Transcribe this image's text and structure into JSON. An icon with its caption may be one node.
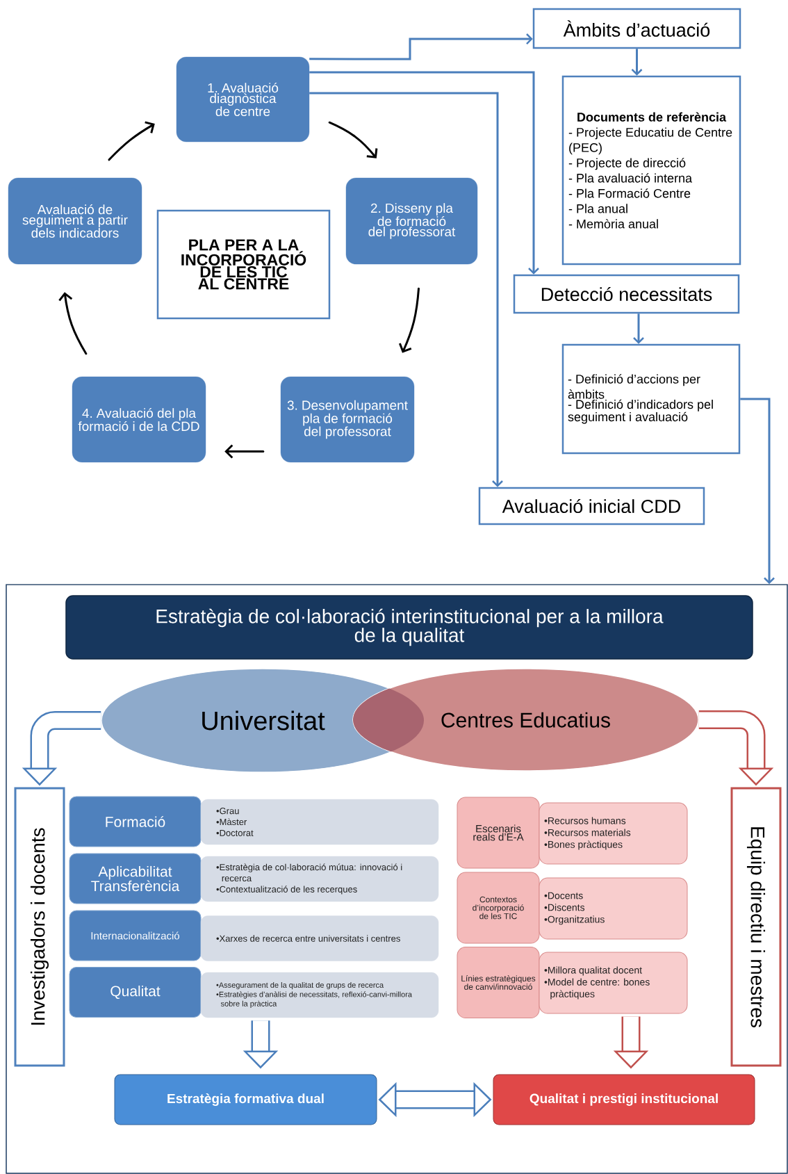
{
  "diagram": {
    "nodes": [
      {
        "text": [
          "1. Avaluació diagnòstica de centre"
        ]
      },
      {
        "text": [
          "2. Disseny pla de formació del professorat"
        ]
      },
      {
        "text": [
          "3. Desenvolupament pla de formació del professorat"
        ]
      },
      {
        "text": [
          "4. Avaluació del pla formació i de la CDD"
        ]
      },
      {
        "text": [
          "Avaluació de seguiment a partir dels indicadors"
        ]
      },
      {
        "text": [
          "PLA PER A LA INCORPORACIÓ DE LES TIC AL CENTRE"
        ]
      },
      {
        "text": [
          "Àmbits d’actuació"
        ]
      },
      {
        "text": [
          "Documents de referència",
          "- Projecte Educatiu de Centre (PEC)",
          "- Projecte de direcció",
          "- Pla avaluació interna",
          "- Pla Formació Centre",
          "- Pla anual",
          "- Memòria anual"
        ]
      },
      {
        "text": [
          "Detecció necessitats"
        ]
      },
      {
        "text": [
          "- Definició d’accions per àmbits",
          "- Definició d’indicadors pel seguiment i avaluació"
        ]
      },
      {
        "text": [
          "Avaluació inicial CDD"
        ]
      },
      {
        "text": [],
        "shape": "box"
      },
      {
        "text": [
          "Estratègia de col·laboració interinstitucional per a la millora de la qualitat"
        ],
        "in": 11
      },
      {
        "text": [
          "Universitat"
        ],
        "in": 11
      },
      {
        "text": [
          "Centres Educatius"
        ],
        "in": 11
      },
      {
        "text": [
          "Investigadors i docents"
        ],
        "in": 11
      },
      {
        "text": [
          "Equip directiu i mestres"
        ],
        "in": 11
      },
      {
        "text": [
          "Formació"
        ],
        "in": 11
      },
      {
        "text": [
          "•Grau",
          "•Màster",
          "•Doctorat"
        ],
        "in": 11
      },
      {
        "text": [
          "Aplicabilitat Transferència"
        ],
        "in": 11
      },
      {
        "text": [
          "•Estratègia de col·laboració mútua: innovació i recerca",
          "•Contextualització de les recerques"
        ],
        "in": 11
      },
      {
        "text": [
          "Internacionalització"
        ],
        "in": 11
      },
      {
        "text": [
          "•Xarxes de recerca entre universitats i centres"
        ],
        "in": 11
      },
      {
        "text": [
          "Qualitat"
        ],
        "in": 11
      },
      {
        "text": [
          "•Assegurament de la qualitat de grups de recerca",
          "•Estratègies d’anàlisi de necessitats, reflexió-canvi-millora sobre la pràctica"
        ],
        "in": 11
      },
      {
        "text": [
          "Escenaris reals d’E-A"
        ],
        "in": 11
      },
      {
        "text": [
          "•Recursos humans",
          "•Recursos materials",
          "•Bones pràctiques"
        ],
        "in": 11
      },
      {
        "text": [
          "Contextos d’incorporació de les TIC"
        ],
        "in": 11
      },
      {
        "text": [
          "•Docents",
          "•Discents",
          "•Organitzatius"
        ],
        "in": 11
      },
      {
        "text": [
          "Línies estratègiques de canvi/innovació"
        ],
        "in": 11
      },
      {
        "text": [
          "•Millora qualitat docent",
          "•Model de centre: bones pràctiques"
        ],
        "in": 11
      },
      {
        "text": [
          "Estratègia formativa dual"
        ],
        "in": 11
      },
      {
        "text": [
          "Qualitat i prestigi institucional"
        ],
        "in": 11
      }
    ],
    "edges": [
      {
        "from": 0,
        "to": 1,
        "arrow": "to",
        "color": "#000000"
      },
      {
        "from": 1,
        "to": 2,
        "arrow": "to",
        "color": "#000000"
      },
      {
        "from": 2,
        "to": 3,
        "arrow": "to",
        "color": "#000000"
      },
      {
        "from": 3,
        "to": 4,
        "arrow": "to",
        "color": "#000000"
      },
      {
        "from": 4,
        "to": 0,
        "arrow": "to",
        "color": "#000000"
      },
      {
        "from": 0,
        "to": 6,
        "arrow": "to"
      },
      {
        "from": 6,
        "to": 7,
        "arrow": "to"
      },
      {
        "from": 0,
        "to": 8,
        "arrow": "to"
      },
      {
        "from": 0,
        "to": 10,
        "arrow": "to"
      },
      {
        "from": 8,
        "to": 9,
        "arrow": "to"
      },
      {
        "from": 9,
        "to": 11,
        "arrow": "to"
      },
      {
        "from": 13,
        "to": 15,
        "arrow": "to",
        "style": "thick"
      },
      {
        "from": 14,
        "to": 16,
        "arrow": "to",
        "style": "thick",
        "color": "#c0504d"
      },
      {
        "from": 24,
        "to": 31,
        "arrow": "to",
        "style": "thick"
      },
      {
        "from": 30,
        "to": 32,
        "arrow": "to",
        "style": "thick",
        "color": "#c0504d"
      },
      {
        "from": 31,
        "to": 32,
        "arrow": "both",
        "style": "thick"
      }
    ]
  }
}
